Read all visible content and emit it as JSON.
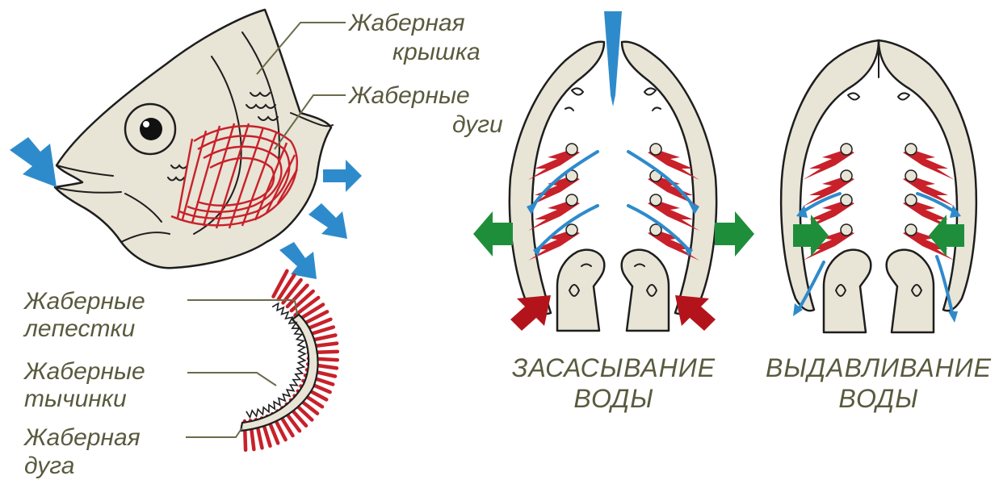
{
  "labels": {
    "operculum": [
      "Жаберная",
      "крышка"
    ],
    "gill_arches": [
      "Жаберные",
      "дуги"
    ],
    "gill_filaments": [
      "Жаберные",
      "лепестки"
    ],
    "gill_rakers": [
      "Жаберные",
      "тычинки"
    ],
    "gill_arch": [
      "Жаберная",
      "дуга"
    ]
  },
  "captions": {
    "intake": [
      "ЗАСАСЫВАНИЕ",
      "ВОДЫ"
    ],
    "expulsion": [
      "ВЫДАВЛИВАНИЕ",
      "ВОДЫ"
    ]
  },
  "colors": {
    "gill_red": "#c8212a",
    "water_blue": "#2e8bcb",
    "pressure_green": "#1f8e3a",
    "intake_red": "#b3141c",
    "bone": "#e8e4d6",
    "label_text": "#595a3e"
  }
}
